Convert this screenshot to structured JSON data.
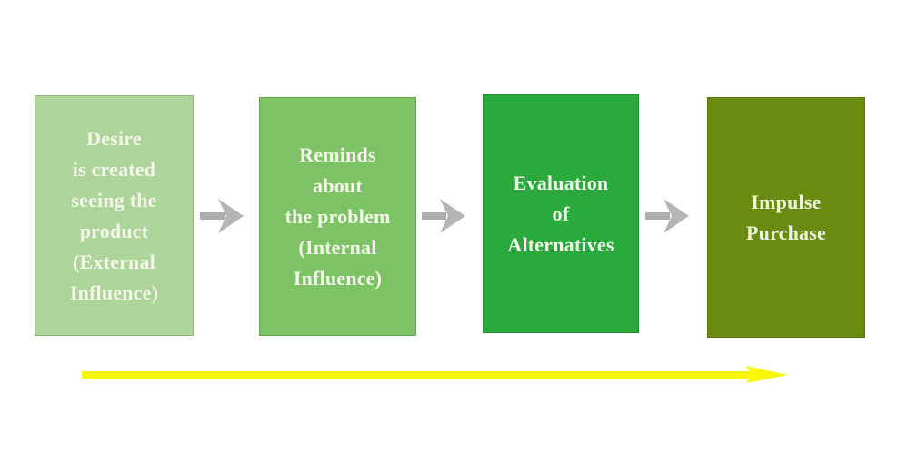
{
  "diagram": {
    "type": "process-flow",
    "description": "Impulse purchase decision process flow",
    "stages": [
      {
        "id": "desire",
        "lines": [
          "Desire",
          "is created",
          "seeing the",
          "product",
          "(External",
          "Influence)"
        ],
        "bg": "#add59a",
        "text_color": "#f3f6e9"
      },
      {
        "id": "reminds",
        "lines": [
          "Reminds",
          "about",
          "the problem",
          "(Internal",
          "Influence)"
        ],
        "bg": "#7dc365",
        "text_color": "#f3f6e9"
      },
      {
        "id": "evaluation",
        "lines": [
          "Evaluation",
          "of",
          "Alternatives"
        ],
        "bg": "#2aa93c",
        "text_color": "#f0f7ea"
      },
      {
        "id": "impulse-purchase",
        "lines": [
          "Impulse",
          "Purchase"
        ],
        "bg": "#698c10",
        "text_color": "#eef3da"
      }
    ],
    "connector_color": "#b5b5b5",
    "connector_shaft_color": "#adadad",
    "timeline_arrow_color": "#f7f50a"
  }
}
